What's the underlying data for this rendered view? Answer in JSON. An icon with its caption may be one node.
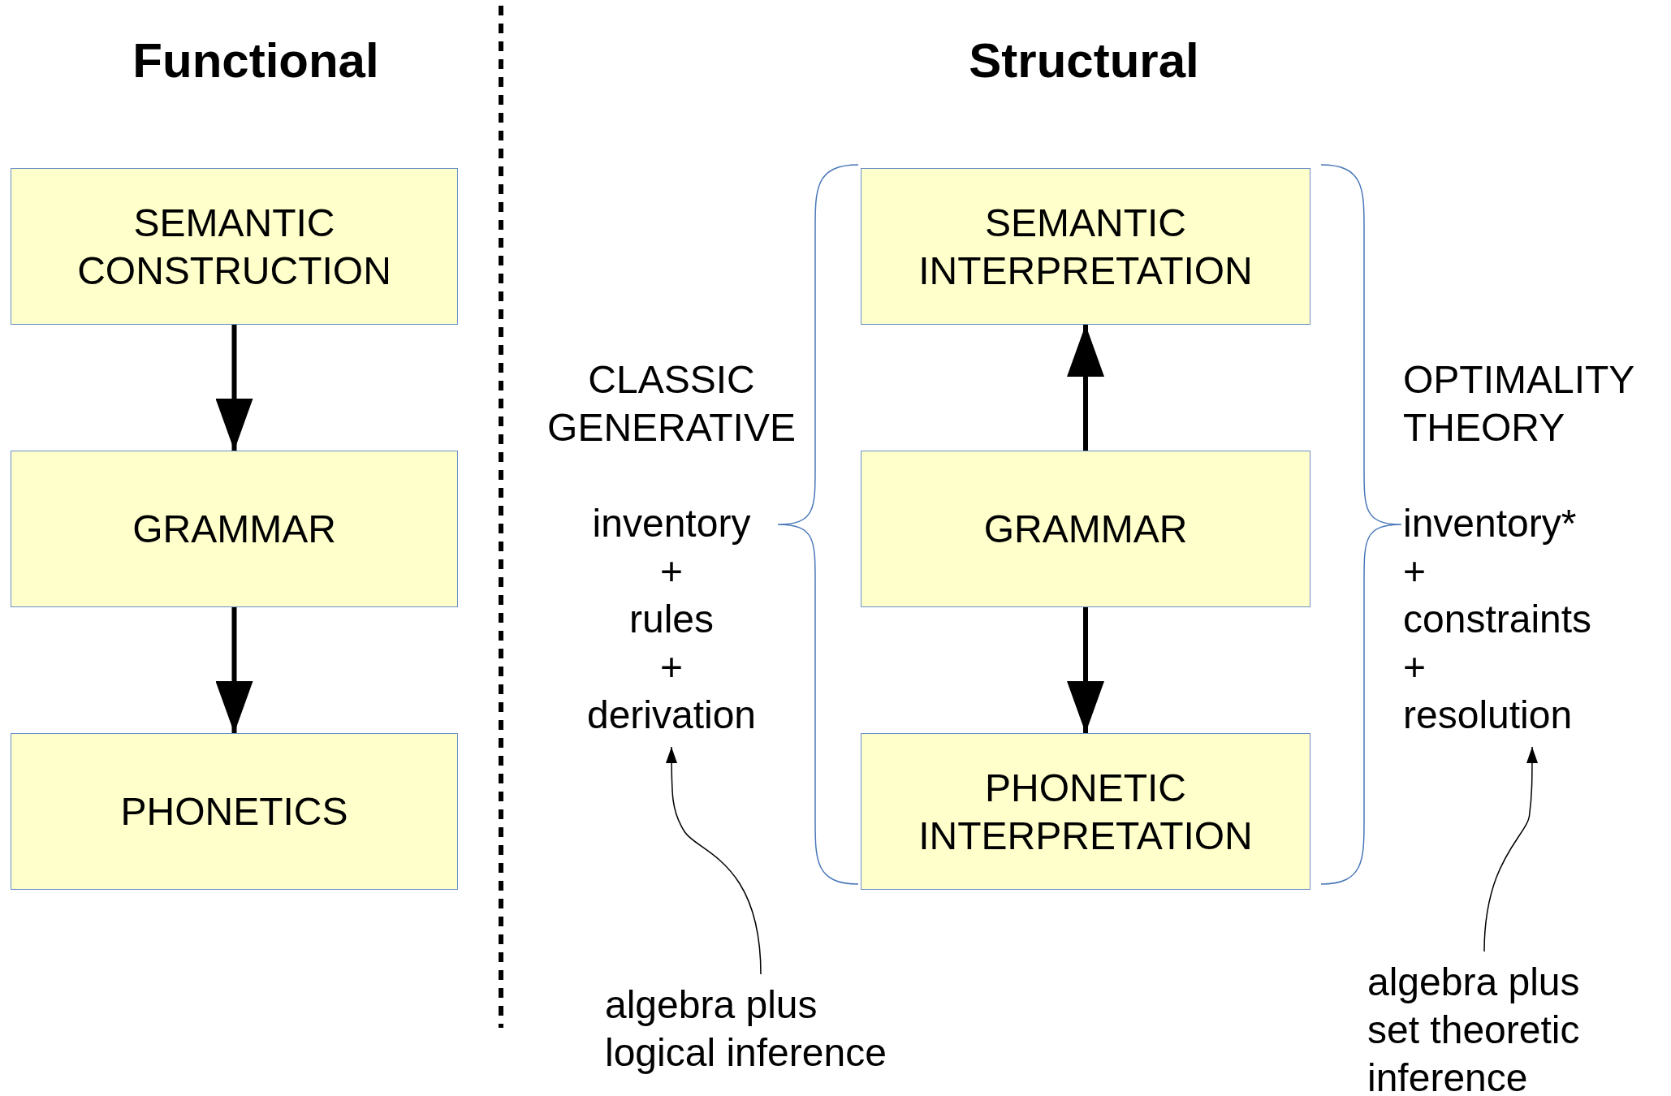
{
  "diagram": {
    "nodes": [
      {
        "text": [
          "SEMANTIC CONSTRUCTION"
        ]
      },
      {
        "text": [
          "GRAMMAR"
        ]
      },
      {
        "text": [
          "PHONETICS"
        ]
      },
      {
        "text": [
          "SEMANTIC INTERPRETATION"
        ]
      },
      {
        "text": [
          "CLASSIC GENERATIVE",
          "inventory + rules + derivation"
        ]
      },
      {
        "text": [
          "GRAMMAR"
        ]
      },
      {
        "text": [
          "OPTIMALITY THEORY",
          "inventory* + constraints + resolution"
        ]
      },
      {
        "text": [
          "PHONETIC INTERPRETATION"
        ]
      },
      {
        "text": [
          "algebra plus logical inference"
        ]
      },
      {
        "text": [
          "algebra plus set theoretic inference"
        ]
      }
    ],
    "edges": [
      {
        "from": 0,
        "to": 1,
        "arrow": "to"
      },
      {
        "from": 1,
        "to": 2,
        "arrow": "to"
      },
      {
        "from": 5,
        "to": 3,
        "arrow": "to"
      },
      {
        "from": 5,
        "to": 7,
        "arrow": "to"
      },
      {
        "from": 8,
        "to": 4,
        "arrow": "to"
      },
      {
        "from": 9,
        "to": 6,
        "arrow": "to"
      }
    ],
    "labels": [
      "Functional",
      "Structural"
    ]
  }
}
